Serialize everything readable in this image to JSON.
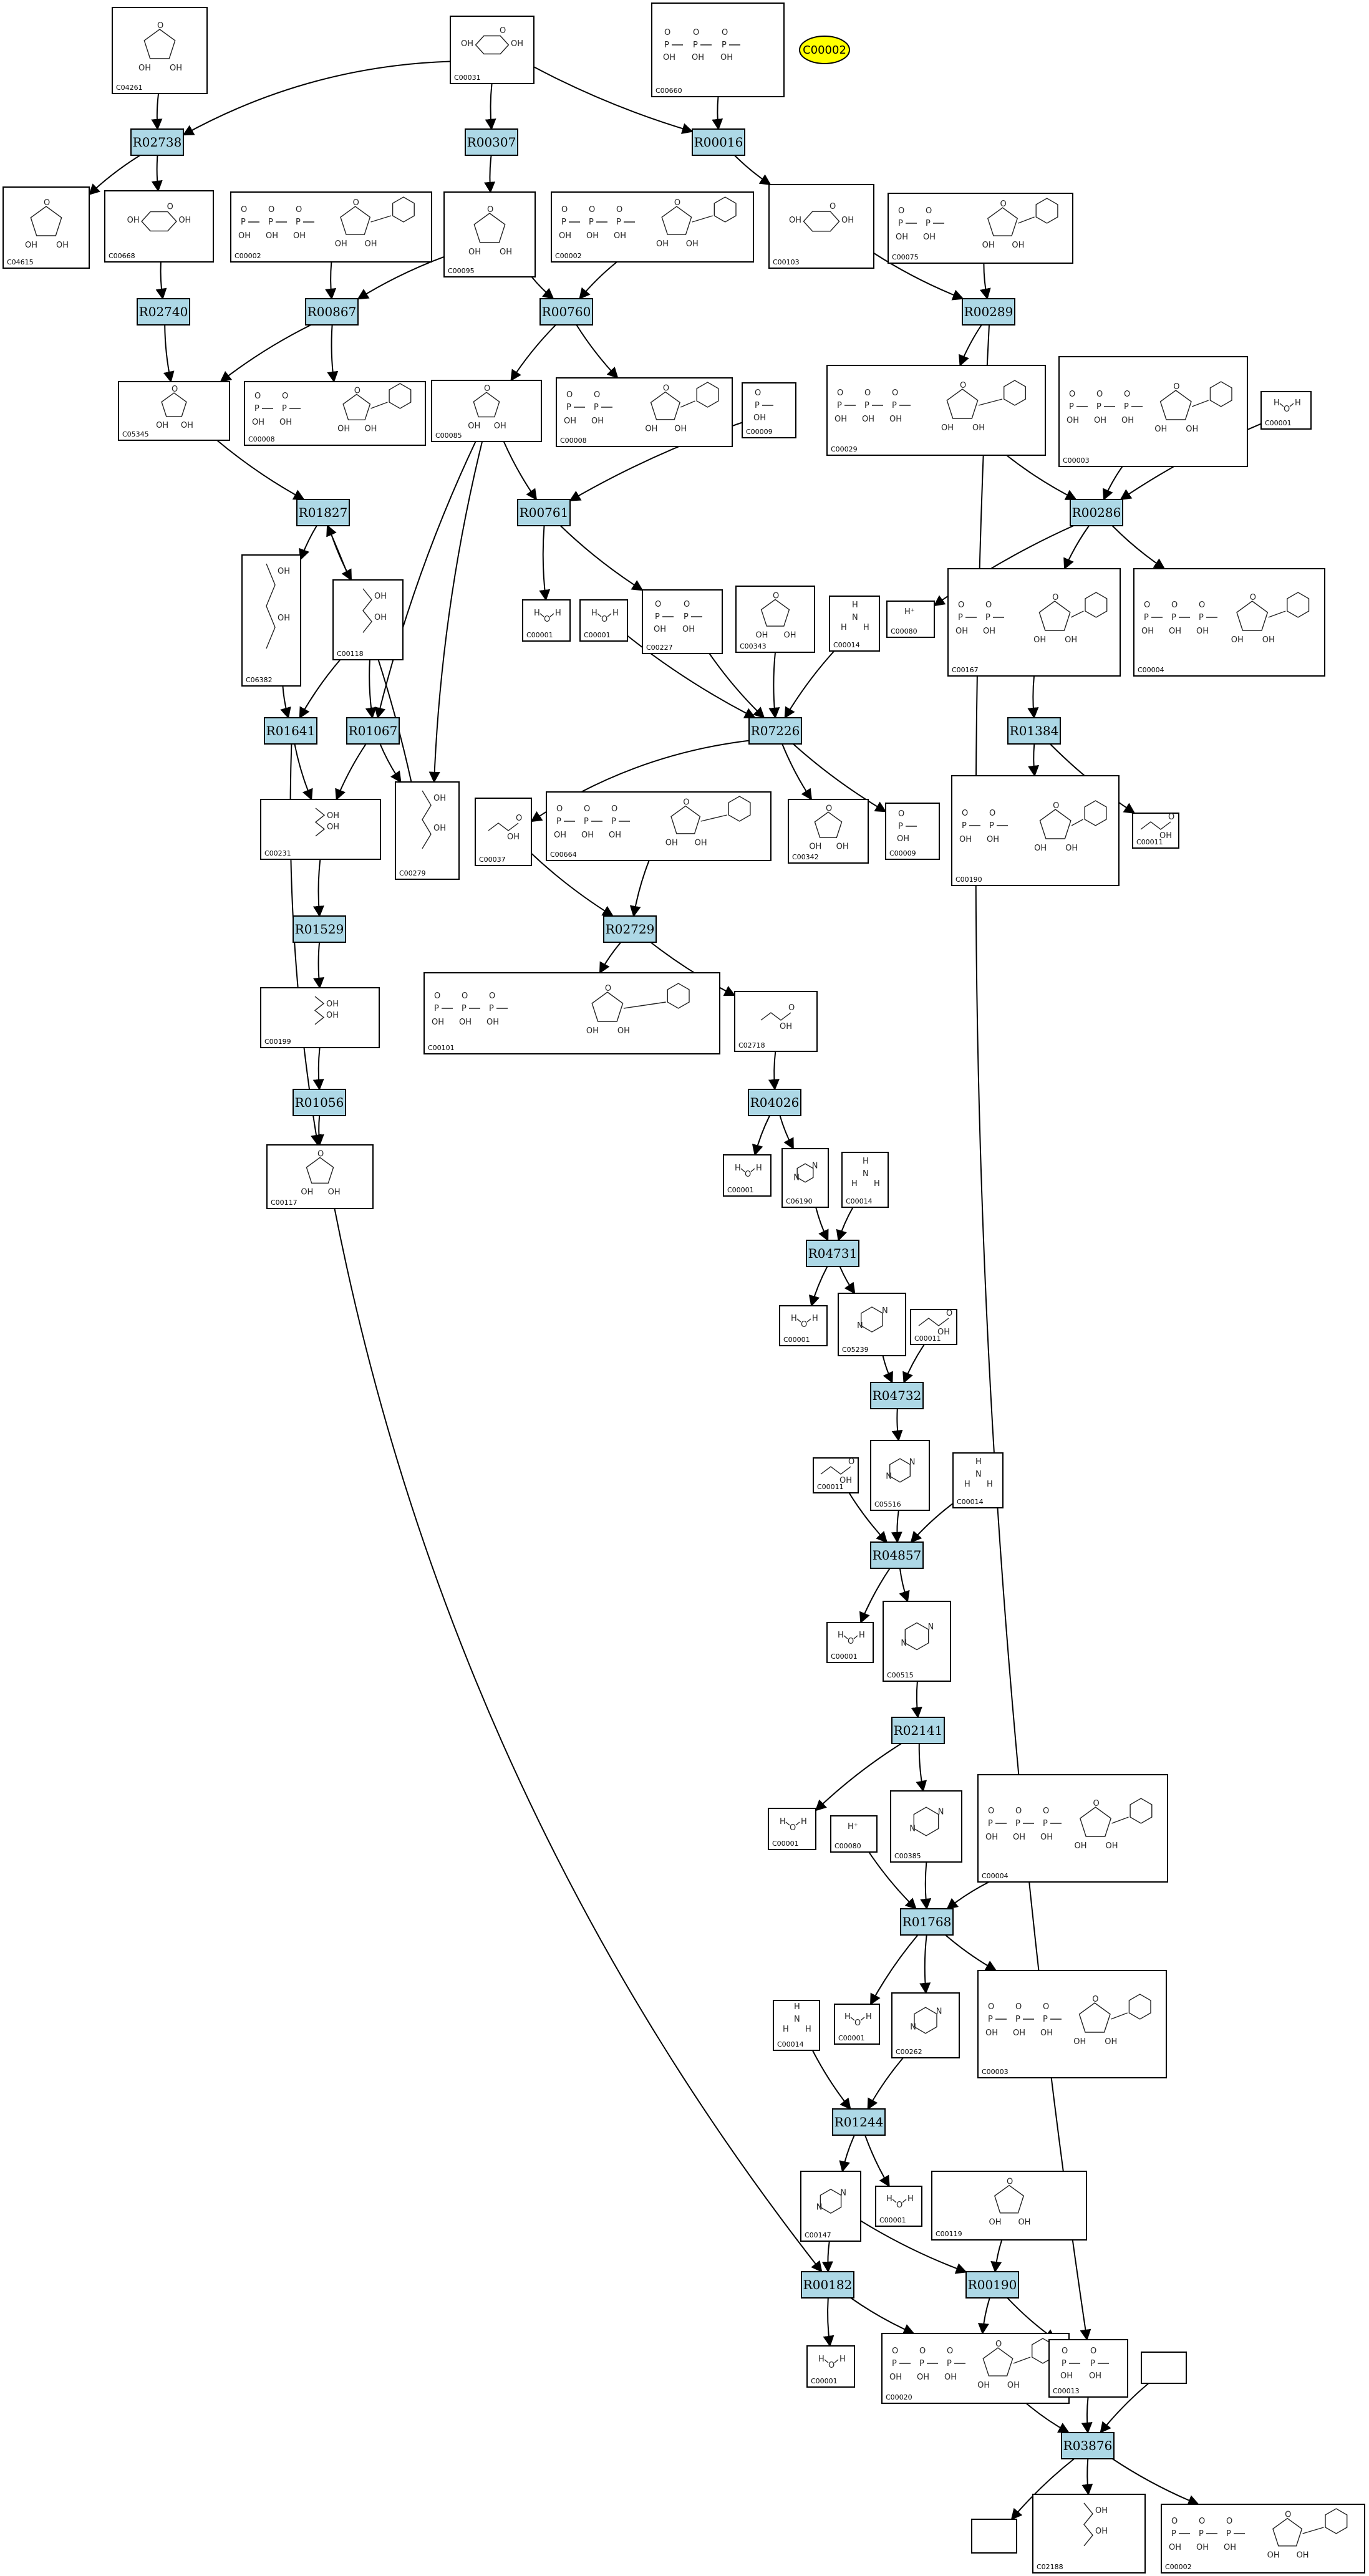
{
  "highlight": {
    "label": "C00002"
  },
  "reactions": [
    {
      "id": "R02738",
      "label": "R02738"
    },
    {
      "id": "R00307",
      "label": "R00307"
    },
    {
      "id": "R00016",
      "label": "R00016"
    },
    {
      "id": "R02740",
      "label": "R02740"
    },
    {
      "id": "R00867",
      "label": "R00867"
    },
    {
      "id": "R00760",
      "label": "R00760"
    },
    {
      "id": "R00289",
      "label": "R00289"
    },
    {
      "id": "R01827",
      "label": "R01827"
    },
    {
      "id": "R00761",
      "label": "R00761"
    },
    {
      "id": "R00286",
      "label": "R00286"
    },
    {
      "id": "R01641",
      "label": "R01641"
    },
    {
      "id": "R01067",
      "label": "R01067"
    },
    {
      "id": "R07226",
      "label": "R07226"
    },
    {
      "id": "R01384",
      "label": "R01384"
    },
    {
      "id": "R01529",
      "label": "R01529"
    },
    {
      "id": "R02729",
      "label": "R02729"
    },
    {
      "id": "R01056",
      "label": "R01056"
    },
    {
      "id": "R04026",
      "label": "R04026"
    },
    {
      "id": "R04731",
      "label": "R04731"
    },
    {
      "id": "R04732",
      "label": "R04732"
    },
    {
      "id": "R04857",
      "label": "R04857"
    },
    {
      "id": "R02141",
      "label": "R02141"
    },
    {
      "id": "R01768",
      "label": "R01768"
    },
    {
      "id": "R01244",
      "label": "R01244"
    },
    {
      "id": "R00182",
      "label": "R00182"
    },
    {
      "id": "R00190",
      "label": "R00190"
    },
    {
      "id": "R03876",
      "label": "R03876"
    }
  ],
  "compounds": [
    {
      "id": "c04261",
      "label": "C04261",
      "kind": "generic"
    },
    {
      "id": "c00031",
      "label": "C00031",
      "kind": "sugar"
    },
    {
      "id": "c00660",
      "label": "C00660",
      "kind": "phosphate"
    },
    {
      "id": "c04615",
      "label": "C04615",
      "kind": "generic"
    },
    {
      "id": "c00668",
      "label": "C00668",
      "kind": "sugar"
    },
    {
      "id": "c00002a",
      "label": "C00002",
      "kind": "nucleotide"
    },
    {
      "id": "c00095",
      "label": "C00095",
      "kind": "furanose"
    },
    {
      "id": "c00002b",
      "label": "C00002",
      "kind": "nucleotide"
    },
    {
      "id": "c00103",
      "label": "C00103",
      "kind": "sugar"
    },
    {
      "id": "c00075",
      "label": "C00075",
      "kind": "nucleotide"
    },
    {
      "id": "c05345",
      "label": "C05345",
      "kind": "furanose"
    },
    {
      "id": "c00008a",
      "label": "C00008",
      "kind": "nucleotide"
    },
    {
      "id": "c00085",
      "label": "C00085",
      "kind": "furanose"
    },
    {
      "id": "c00008b",
      "label": "C00008",
      "kind": "nucleotide"
    },
    {
      "id": "c00009a",
      "label": "C00009",
      "kind": "phosphate"
    },
    {
      "id": "c00029",
      "label": "C00029",
      "kind": "nucleotide"
    },
    {
      "id": "c00003a",
      "label": "C00003",
      "kind": "nucleotide"
    },
    {
      "id": "c00001a",
      "label": "C00001",
      "kind": "water"
    },
    {
      "id": "c06382",
      "label": "C06382",
      "kind": "chain"
    },
    {
      "id": "c00118",
      "label": "C00118",
      "kind": "chain"
    },
    {
      "id": "c00001b",
      "label": "C00001",
      "kind": "water"
    },
    {
      "id": "c00001c",
      "label": "C00001",
      "kind": "water"
    },
    {
      "id": "c00227",
      "label": "C00227",
      "kind": "phosphate"
    },
    {
      "id": "c00343",
      "label": "C00343",
      "kind": "generic"
    },
    {
      "id": "c00014a",
      "label": "C00014",
      "kind": "ammonia"
    },
    {
      "id": "c00080a",
      "label": "C00080",
      "kind": "proton"
    },
    {
      "id": "c00167",
      "label": "C00167",
      "kind": "nucleotide"
    },
    {
      "id": "c00004a",
      "label": "C00004",
      "kind": "nucleotide"
    },
    {
      "id": "c00231",
      "label": "C00231",
      "kind": "chain"
    },
    {
      "id": "c00279",
      "label": "C00279",
      "kind": "chain"
    },
    {
      "id": "c00037",
      "label": "C00037",
      "kind": "small"
    },
    {
      "id": "c00664",
      "label": "C00664",
      "kind": "nucleotide"
    },
    {
      "id": "c00342",
      "label": "C00342",
      "kind": "generic"
    },
    {
      "id": "c00009b",
      "label": "C00009",
      "kind": "phosphate"
    },
    {
      "id": "c00190",
      "label": "C00190",
      "kind": "nucleotide"
    },
    {
      "id": "c00011a",
      "label": "C00011",
      "kind": "small"
    },
    {
      "id": "c00199",
      "label": "C00199",
      "kind": "chain"
    },
    {
      "id": "c00101",
      "label": "C00101",
      "kind": "nucleotide"
    },
    {
      "id": "c02718",
      "label": "C02718",
      "kind": "small"
    },
    {
      "id": "c00117",
      "label": "C00117",
      "kind": "furanose"
    },
    {
      "id": "c00001d",
      "label": "C00001",
      "kind": "water"
    },
    {
      "id": "c06190",
      "label": "C06190",
      "kind": "ring"
    },
    {
      "id": "c00014b",
      "label": "C00014",
      "kind": "ammonia"
    },
    {
      "id": "c00001e",
      "label": "C00001",
      "kind": "water"
    },
    {
      "id": "c05239",
      "label": "C05239",
      "kind": "ring"
    },
    {
      "id": "c00011b",
      "label": "C00011",
      "kind": "small"
    },
    {
      "id": "c00011c",
      "label": "C00011",
      "kind": "small"
    },
    {
      "id": "c05516",
      "label": "C05516",
      "kind": "ring"
    },
    {
      "id": "c00014c",
      "label": "C00014",
      "kind": "ammonia"
    },
    {
      "id": "c00001f",
      "label": "C00001",
      "kind": "water"
    },
    {
      "id": "c00515",
      "label": "C00515",
      "kind": "ring"
    },
    {
      "id": "c00001g",
      "label": "C00001",
      "kind": "water"
    },
    {
      "id": "c00080b",
      "label": "C00080",
      "kind": "proton"
    },
    {
      "id": "c00385",
      "label": "C00385",
      "kind": "ring"
    },
    {
      "id": "c00004b",
      "label": "C00004",
      "kind": "nucleotide"
    },
    {
      "id": "c00014d",
      "label": "C00014",
      "kind": "ammonia"
    },
    {
      "id": "c00001h",
      "label": "C00001",
      "kind": "water"
    },
    {
      "id": "c00262",
      "label": "C00262",
      "kind": "ring"
    },
    {
      "id": "c00003b",
      "label": "C00003",
      "kind": "nucleotide"
    },
    {
      "id": "c00147",
      "label": "C00147",
      "kind": "ring"
    },
    {
      "id": "c00001i",
      "label": "C00001",
      "kind": "water"
    },
    {
      "id": "c00119",
      "label": "C00119",
      "kind": "furanose"
    },
    {
      "id": "c00001j",
      "label": "C00001",
      "kind": "water"
    },
    {
      "id": "c00020",
      "label": "C00020",
      "kind": "nucleotide"
    },
    {
      "id": "c00013",
      "label": "C00013",
      "kind": "phosphate"
    },
    {
      "id": "blank1",
      "label": "",
      "kind": "blank"
    },
    {
      "id": "blank2",
      "label": "",
      "kind": "blank"
    },
    {
      "id": "c02188",
      "label": "C02188",
      "kind": "chain"
    },
    {
      "id": "c00002c",
      "label": "C00002",
      "kind": "nucleotide"
    }
  ],
  "edges": [
    [
      "c04261",
      "R02738"
    ],
    [
      "c00031",
      "R02738"
    ],
    [
      "c00031",
      "R00307"
    ],
    [
      "c00031",
      "R00016"
    ],
    [
      "c00660",
      "R00016"
    ],
    [
      "R02738",
      "c04615"
    ],
    [
      "R02738",
      "c00668"
    ],
    [
      "R00307",
      "c00095"
    ],
    [
      "R00016",
      "c00103"
    ],
    [
      "c00668",
      "R02740"
    ],
    [
      "c00002a",
      "R00867"
    ],
    [
      "c00095",
      "R00867"
    ],
    [
      "c00095",
      "R00760"
    ],
    [
      "c00002b",
      "R00760"
    ],
    [
      "c00103",
      "R00289"
    ],
    [
      "c00075",
      "R00289"
    ],
    [
      "R02740",
      "c05345"
    ],
    [
      "R00867",
      "c05345"
    ],
    [
      "R00867",
      "c00008a"
    ],
    [
      "R00760",
      "c00085"
    ],
    [
      "R00760",
      "c00008b"
    ],
    [
      "R00289",
      "c00029"
    ],
    [
      "R00289",
      "c00013"
    ],
    [
      "c05345",
      "R01827"
    ],
    [
      "c00085",
      "R00761"
    ],
    [
      "c00009a",
      "R00761"
    ],
    [
      "c00029",
      "R00286"
    ],
    [
      "c00003a",
      "R00286"
    ],
    [
      "c00001a",
      "R00286"
    ],
    [
      "R01827",
      "c06382"
    ],
    [
      "R01827",
      "c00118"
    ],
    [
      "R00761",
      "c00001b"
    ],
    [
      "R00761",
      "c00227"
    ],
    [
      "R00286",
      "c00080a"
    ],
    [
      "R00286",
      "c00167"
    ],
    [
      "R00286",
      "c00004a"
    ],
    [
      "c06382",
      "R01641"
    ],
    [
      "c00118",
      "R01641"
    ],
    [
      "c00118",
      "R01067"
    ],
    [
      "c00085",
      "R01067"
    ],
    [
      "c00085",
      "c00279"
    ],
    [
      "c00279",
      "R01827"
    ],
    [
      "c00001c",
      "R07226"
    ],
    [
      "c00227",
      "R07226"
    ],
    [
      "c00343",
      "R07226"
    ],
    [
      "c00014a",
      "R07226"
    ],
    [
      "c00167",
      "R01384"
    ],
    [
      "R01641",
      "c00231"
    ],
    [
      "R01067",
      "c00231"
    ],
    [
      "R01067",
      "c00279"
    ],
    [
      "R01641",
      "c00117"
    ],
    [
      "R07226",
      "c00037"
    ],
    [
      "R07226",
      "c00342"
    ],
    [
      "R07226",
      "c00009b"
    ],
    [
      "R01384",
      "c00190"
    ],
    [
      "R01384",
      "c00011a"
    ],
    [
      "c00231",
      "R01529"
    ],
    [
      "c00037",
      "R02729"
    ],
    [
      "c00664",
      "R02729"
    ],
    [
      "R01529",
      "c00199"
    ],
    [
      "R02729",
      "c00101"
    ],
    [
      "R02729",
      "c02718"
    ],
    [
      "c00199",
      "R01056"
    ],
    [
      "c02718",
      "R04026"
    ],
    [
      "R01056",
      "c00117"
    ],
    [
      "R04026",
      "c00001d"
    ],
    [
      "R04026",
      "c06190"
    ],
    [
      "c06190",
      "R04731"
    ],
    [
      "c00014b",
      "R04731"
    ],
    [
      "R04731",
      "c00001e"
    ],
    [
      "R04731",
      "c05239"
    ],
    [
      "c05239",
      "R04732"
    ],
    [
      "c00011b",
      "R04732"
    ],
    [
      "R04732",
      "c05516"
    ],
    [
      "c00011c",
      "R04857"
    ],
    [
      "c05516",
      "R04857"
    ],
    [
      "c00014c",
      "R04857"
    ],
    [
      "R04857",
      "c00001f"
    ],
    [
      "R04857",
      "c00515"
    ],
    [
      "c00515",
      "R02141"
    ],
    [
      "R02141",
      "c00001g"
    ],
    [
      "R02141",
      "c00385"
    ],
    [
      "c00080b",
      "R01768"
    ],
    [
      "c00385",
      "R01768"
    ],
    [
      "c00004b",
      "R01768"
    ],
    [
      "R01768",
      "c00001h"
    ],
    [
      "R01768",
      "c00262"
    ],
    [
      "R01768",
      "c00003b"
    ],
    [
      "c00014d",
      "R01244"
    ],
    [
      "c00262",
      "R01244"
    ],
    [
      "R01244",
      "c00147"
    ],
    [
      "R01244",
      "c00001i"
    ],
    [
      "c00119",
      "R00190"
    ],
    [
      "c00147",
      "R00182"
    ],
    [
      "c00147",
      "R00190"
    ],
    [
      "c00117",
      "R00182"
    ],
    [
      "R00182",
      "c00001j"
    ],
    [
      "R00182",
      "c00020"
    ],
    [
      "R00190",
      "c00020"
    ],
    [
      "R00190",
      "c00013"
    ],
    [
      "c00020",
      "R03876"
    ],
    [
      "c00013",
      "R03876"
    ],
    [
      "blank1",
      "R03876"
    ],
    [
      "R03876",
      "blank2"
    ],
    [
      "R03876",
      "c02188"
    ],
    [
      "R03876",
      "c00002c"
    ]
  ]
}
